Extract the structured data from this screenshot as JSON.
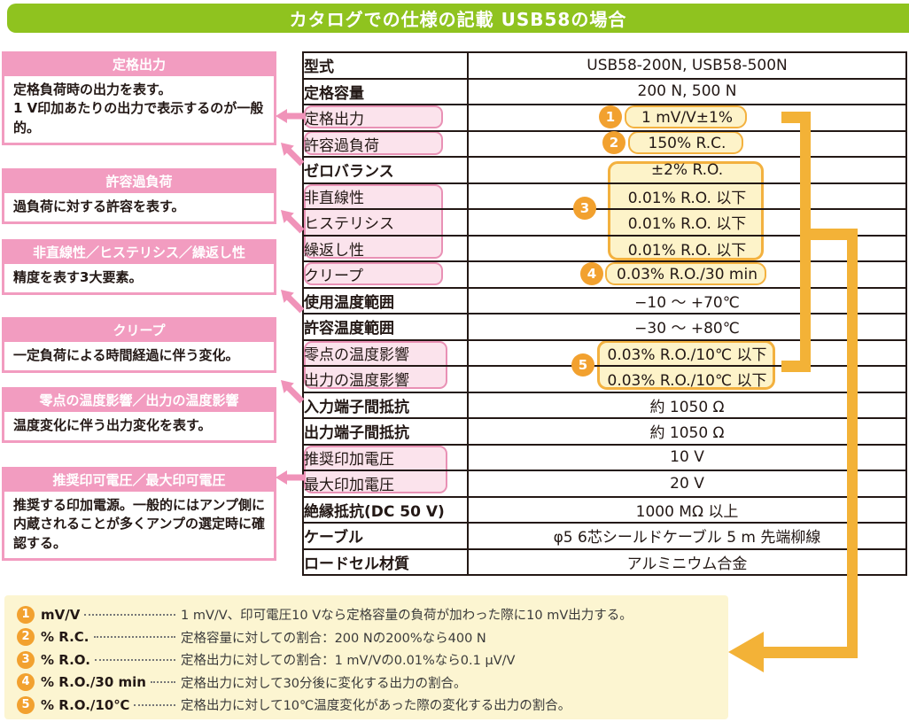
{
  "title": "カタログでの仕様の記載  USB58の場合",
  "notes": [
    {
      "title": "定格出力",
      "body": "定格負荷時の出力を表す。\n1 V印加あたりの出力で表示するのが一般的。"
    },
    {
      "title": "許容過負荷",
      "body": "過負荷に対する許容を表す。"
    },
    {
      "title": "非直線性／ヒステリシス／繰返し性",
      "body": "精度を表す3大要素。"
    },
    {
      "title": "クリープ",
      "body": "一定負荷による時間経過に伴う変化。"
    },
    {
      "title": "零点の温度影響／出力の温度影響",
      "body": "温度変化に伴う出力変化を表す。"
    },
    {
      "title": "推奨印可電圧／最大印可電圧",
      "body": "推奨する印加電源。一般的にはアンプ側に内蔵されることが多くアンプの選定時に確認する。"
    }
  ],
  "table": {
    "rows": [
      {
        "label": "型式",
        "value": "USB58-200N, USB58-500N"
      },
      {
        "label": "定格容量",
        "value": "200 N, 500 N"
      },
      {
        "label": "定格出力",
        "value": "1 mV/V±1%",
        "badge": "1"
      },
      {
        "label": "許容過負荷",
        "value": "150% R.C.",
        "badge": "2"
      },
      {
        "label": "ゼロバランス",
        "value": "±2% R.O."
      },
      {
        "label": "非直線性",
        "value": "0.01% R.O. 以下",
        "badge": "3"
      },
      {
        "label": "ヒステリシス",
        "value": "0.01% R.O. 以下"
      },
      {
        "label": "繰返し性",
        "value": "0.01% R.O. 以下"
      },
      {
        "label": "クリープ",
        "value": "0.03% R.O./30 min",
        "badge": "4"
      },
      {
        "label": "使用温度範囲",
        "value": "−10 ～ +70℃"
      },
      {
        "label": "許容温度範囲",
        "value": "−30 ～ +80℃"
      },
      {
        "label": "零点の温度影響",
        "value": "0.03% R.O./10℃ 以下",
        "badge": "5"
      },
      {
        "label": "出力の温度影響",
        "value": "0.03% R.O./10℃ 以下"
      },
      {
        "label": "入力端子間抵抗",
        "value": "約 1050 Ω"
      },
      {
        "label": "出力端子間抵抗",
        "value": "約 1050 Ω"
      },
      {
        "label": "推奨印加電圧",
        "value": "10 V"
      },
      {
        "label": "最大印加電圧",
        "value": "20 V"
      },
      {
        "label": "絶縁抵抗(DC 50 V)",
        "value": "1000 MΩ 以上"
      },
      {
        "label": "ケーブル",
        "value": "φ5 6芯シールドケーブル 5 m 先端柳線"
      },
      {
        "label": "ロードセル材質",
        "value": "アルミニウム合金"
      }
    ]
  },
  "legend": {
    "items": [
      {
        "num": "1",
        "term": "mV/V",
        "desc": "1 mV/V、印可電圧10 Vなら定格容量の負荷が加わった際に10 mV出力する。"
      },
      {
        "num": "2",
        "term": "% R.C.",
        "desc": "定格容量に対しての割合：200 Nの200%なら400 N"
      },
      {
        "num": "3",
        "term": "% R.O.",
        "desc": "定格出力に対しての割合：1 mV/Vの0.01%なら0.1 μV/V"
      },
      {
        "num": "4",
        "term": "% R.O./30 min",
        "desc": "定格出力に対して30分後に変化する出力の割合。"
      },
      {
        "num": "5",
        "term": "% R.O./10℃",
        "desc": "定格出力に対して10℃温度変化があった際の変化する出力の割合。"
      }
    ]
  },
  "colors": {
    "green": "#8fc31f",
    "pink": "#f29cc0",
    "pink_fill": "#fbe3ec",
    "yellow_fill": "#fdf3c9",
    "orange": "#f3b237",
    "badge_orange": "#f2a12f",
    "legend_bg": "#fcf5d1",
    "line_black": "#231815"
  }
}
